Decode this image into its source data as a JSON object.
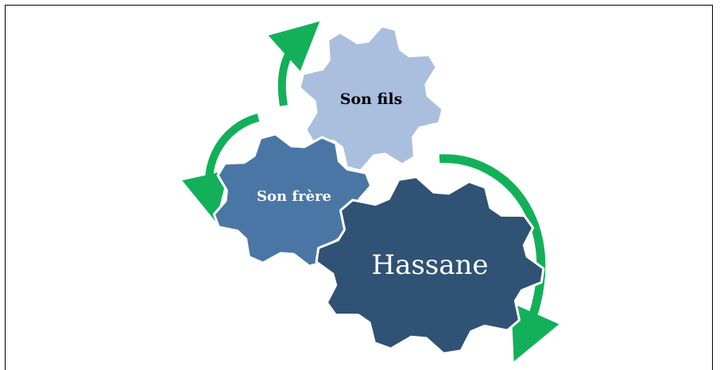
{
  "diagram": {
    "gears": [
      {
        "id": "hassane",
        "label": "Hassane",
        "fill": "#2f5275",
        "text_color": "#ffffff"
      },
      {
        "id": "son-frere",
        "label": "Son frère",
        "fill": "#4a76a5",
        "text_color": "#ffffff"
      },
      {
        "id": "son-fils",
        "label": "Son fils",
        "fill": "#a9bfdd",
        "text_color": "#000000"
      }
    ],
    "arrow_color": "#13b05a",
    "frame_color": "#000000"
  }
}
